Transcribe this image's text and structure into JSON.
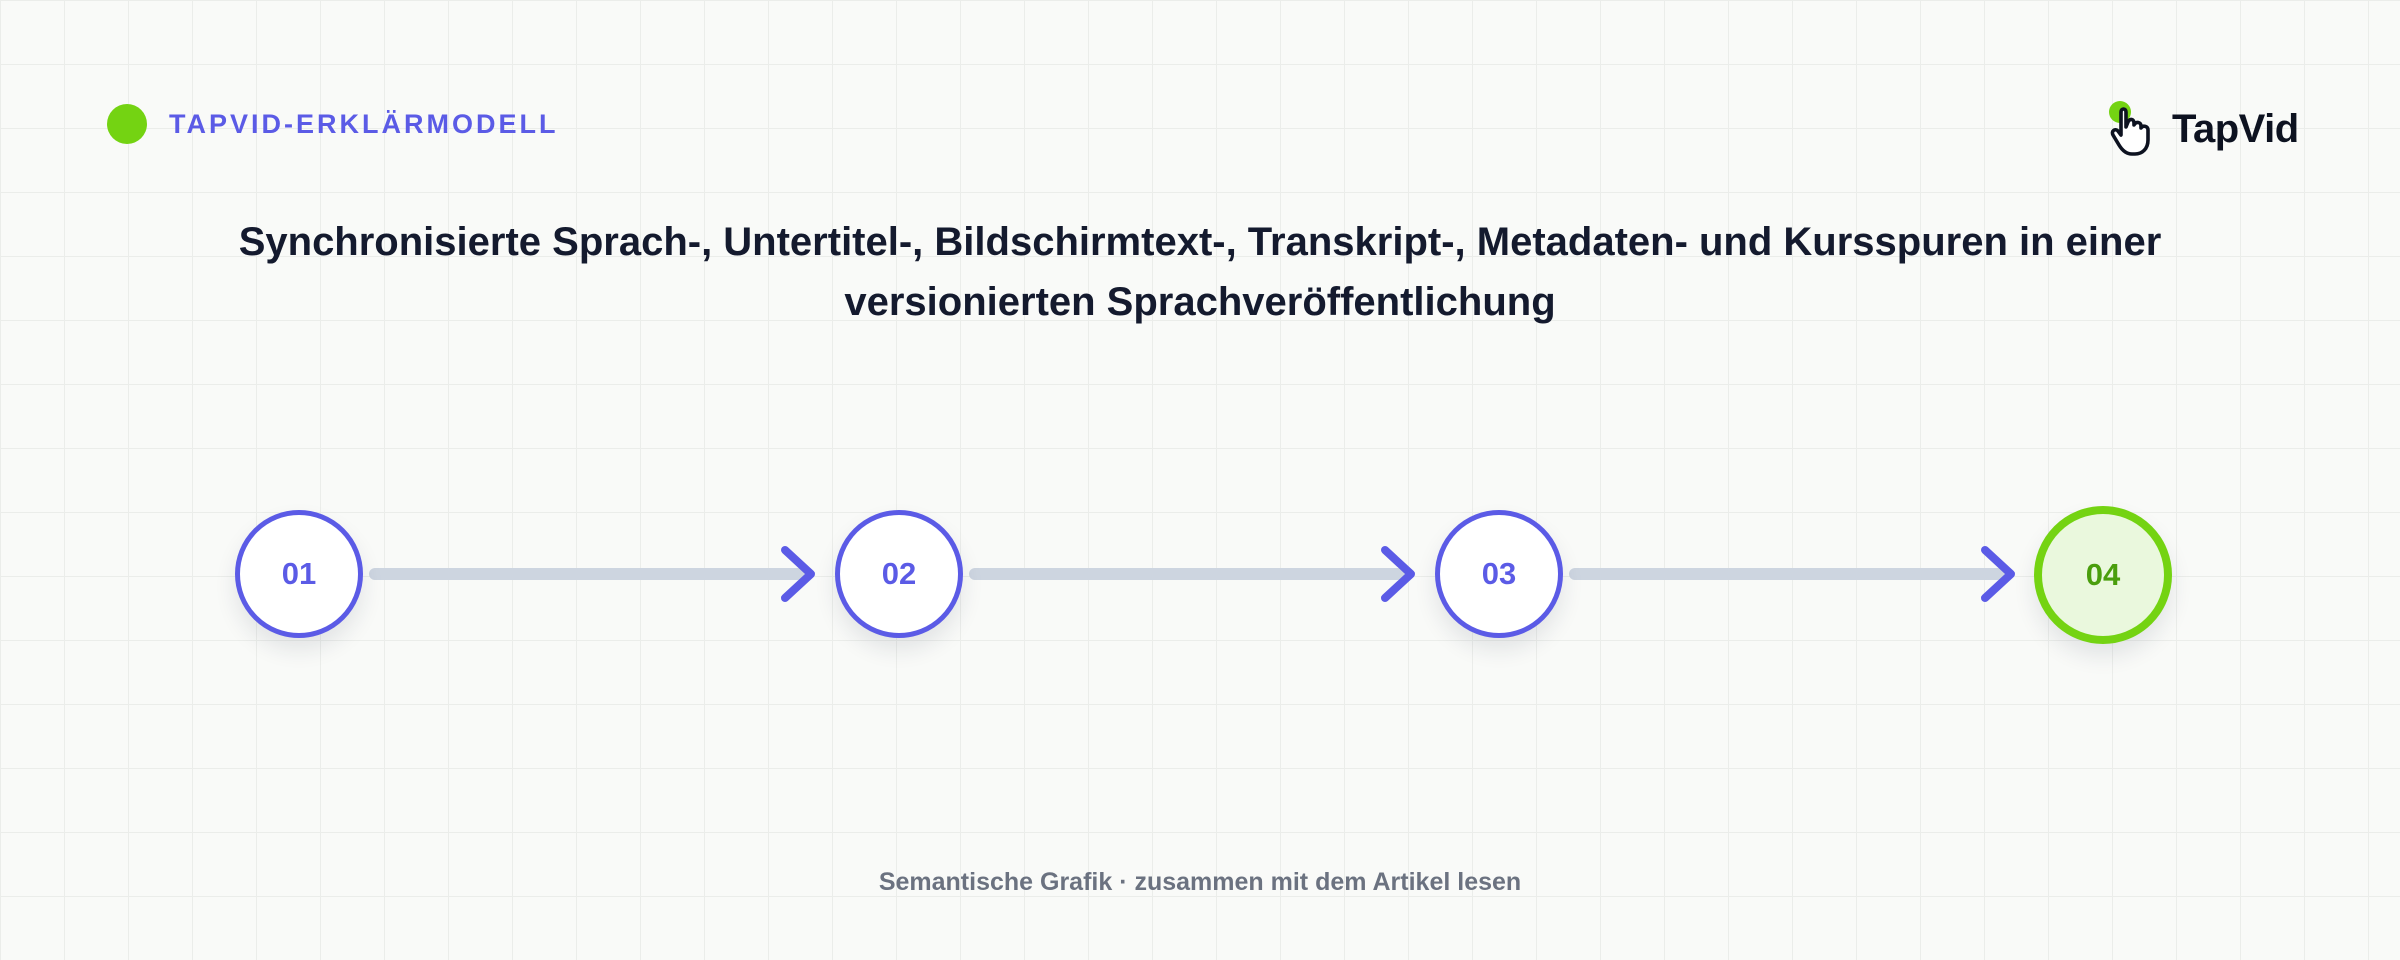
{
  "header": {
    "kicker": "TAPVID-ERKLÄRMODELL",
    "logo_text": "TapVid",
    "logo_icon": "tap-hand-icon"
  },
  "title": "Synchronisierte Sprach-, Untertitel-, Bildschirmtext-, Transkript-, Metadaten- und Kursspuren in einer versionierten Sprachveröffentlichung",
  "steps": [
    {
      "label": "01"
    },
    {
      "label": "02"
    },
    {
      "label": "03"
    },
    {
      "label": "04"
    }
  ],
  "footer": "Semantische Grafik · zusammen mit dem Artikel lesen",
  "colors": {
    "accent": "#5b5be6",
    "highlight": "#74d312",
    "highlight_fill": "#eaf8dd",
    "connector": "#cdd5e0",
    "text": "#141a2e",
    "muted": "#6b7280"
  }
}
